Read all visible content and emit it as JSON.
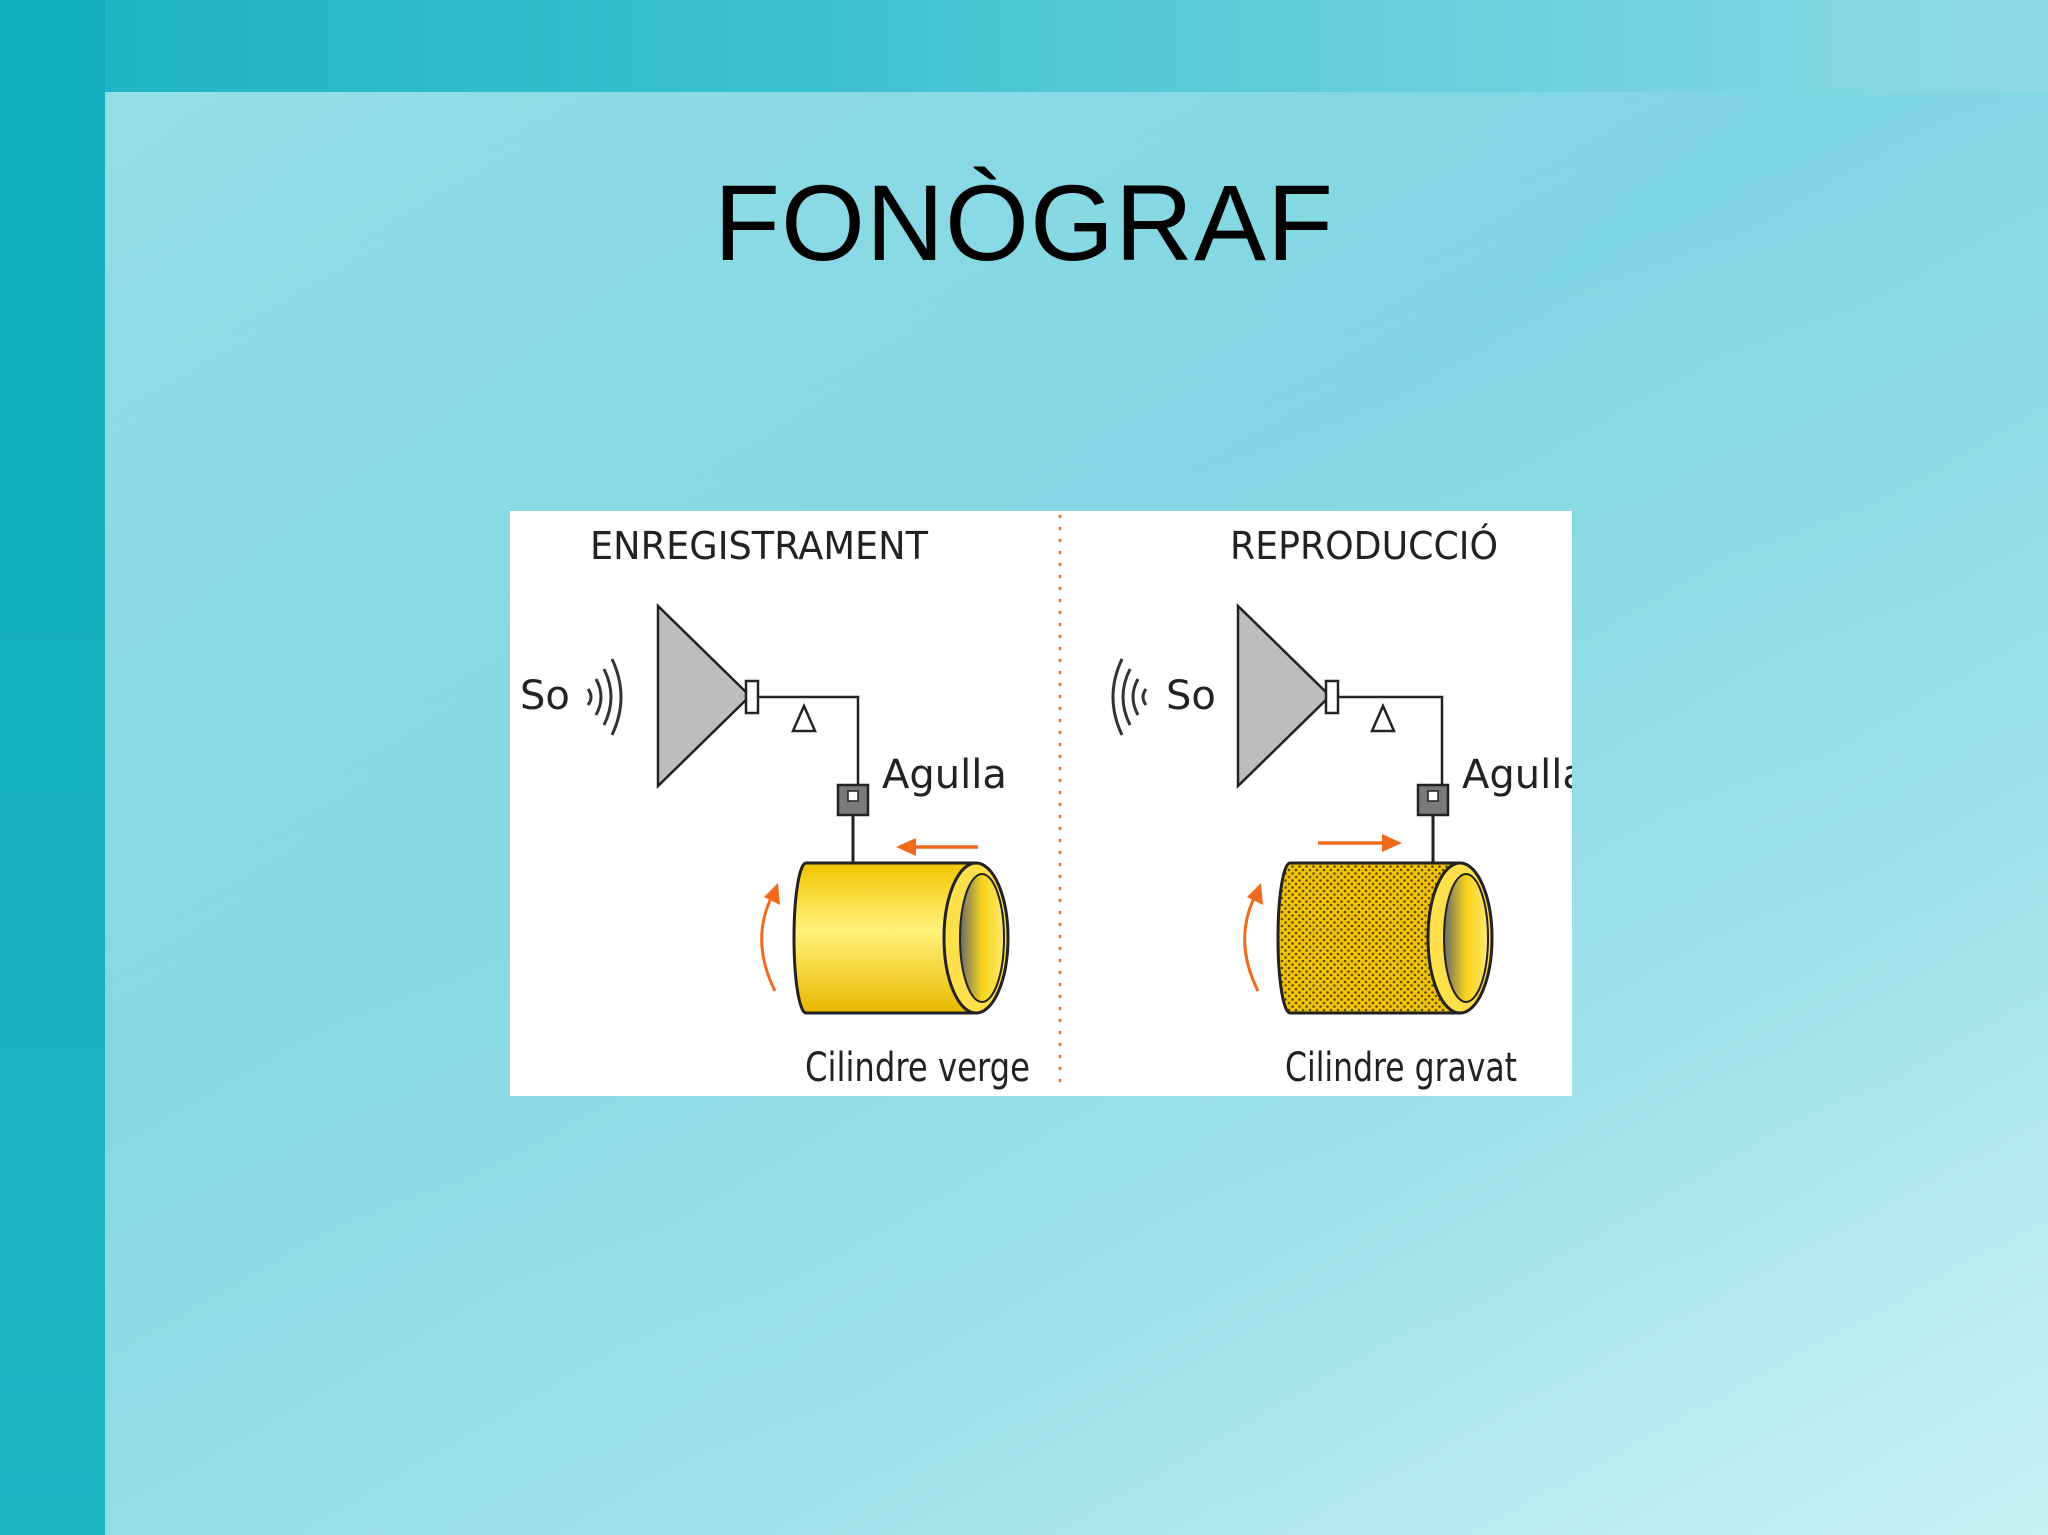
{
  "slide": {
    "title": "FONÒGRAF"
  },
  "diagram": {
    "recording": {
      "heading": "ENREGISTRAMENT",
      "sound_label": "So",
      "needle_label": "Agulla",
      "cylinder_label": "Cilindre verge"
    },
    "playback": {
      "heading": "REPRODUCCIÓ",
      "sound_label": "So",
      "needle_label": "Agulla",
      "cylinder_label": "Cilindre gravat"
    },
    "colors": {
      "cylinder": "#f7d21a",
      "arrow": "#f26a1b",
      "horn": "#bdbdbd",
      "divider": "#f26a1b"
    }
  }
}
